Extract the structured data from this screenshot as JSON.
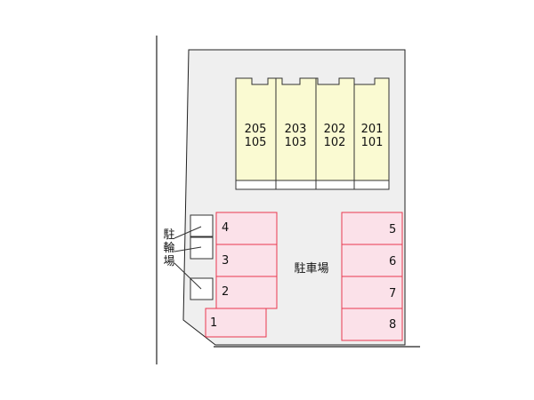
{
  "colors": {
    "lot_fill": "#efefef",
    "line": "#222222",
    "building_fill": "#fafad2",
    "parking_fill": "#fbe1e9",
    "parking_stroke": "#e8384f",
    "bike_fill": "#ffffff"
  },
  "building": {
    "units": [
      {
        "upper": "205",
        "lower": "105"
      },
      {
        "upper": "203",
        "lower": "103"
      },
      {
        "upper": "202",
        "lower": "102"
      },
      {
        "upper": "201",
        "lower": "101"
      }
    ]
  },
  "parking": {
    "label": "駐車場",
    "left_spaces": [
      "4",
      "3",
      "2",
      "1"
    ],
    "right_spaces": [
      "5",
      "6",
      "7",
      "8"
    ]
  },
  "bicycle_parking": {
    "label_chars": [
      "駐",
      "輪",
      "場"
    ]
  }
}
